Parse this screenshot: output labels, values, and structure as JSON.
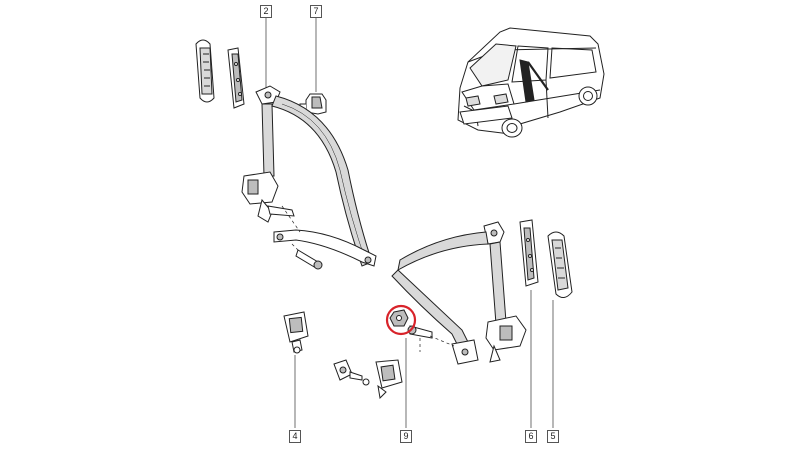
{
  "callouts": {
    "c2": "2",
    "c7": "7",
    "c4": "4",
    "c9": "9",
    "c6": "6",
    "c5": "5"
  },
  "highlight": {
    "part": "9",
    "color": "#d8232a"
  },
  "colors": {
    "line": "#222222",
    "shade": "#bdbdbd",
    "belt": "#d9d9d9"
  }
}
